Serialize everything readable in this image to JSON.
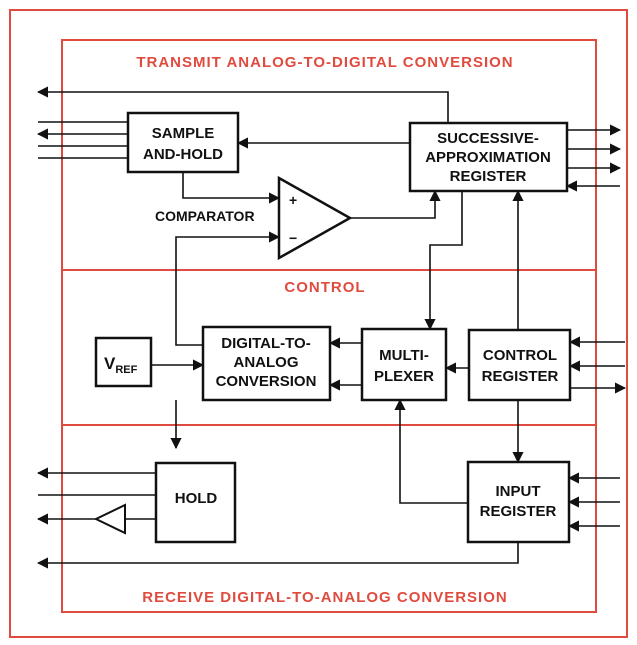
{
  "colors": {
    "accent": "#e04b3f",
    "ink": "#111111"
  },
  "sections": {
    "transmit": "TRANSMIT ANALOG-TO-DIGITAL CONVERSION",
    "control": "CONTROL",
    "receive": "RECEIVE DIGITAL-TO-ANALOG CONVERSION"
  },
  "blocks": {
    "sample_hold": [
      "SAMPLE",
      "AND-HOLD"
    ],
    "sar": [
      "SUCCESSIVE-",
      "APPROXIMATION",
      "REGISTER"
    ],
    "dac": [
      "DIGITAL-TO-",
      "ANALOG",
      "CONVERSION"
    ],
    "mux": [
      "MULTI-",
      "PLEXER"
    ],
    "control_register": [
      "CONTROL",
      "REGISTER"
    ],
    "hold": "HOLD",
    "input_register": [
      "INPUT",
      "REGISTER"
    ],
    "vref": {
      "main": "V",
      "sub": "REF"
    }
  },
  "comparator": {
    "label": "COMPARATOR",
    "plus": "+",
    "minus": "−"
  }
}
